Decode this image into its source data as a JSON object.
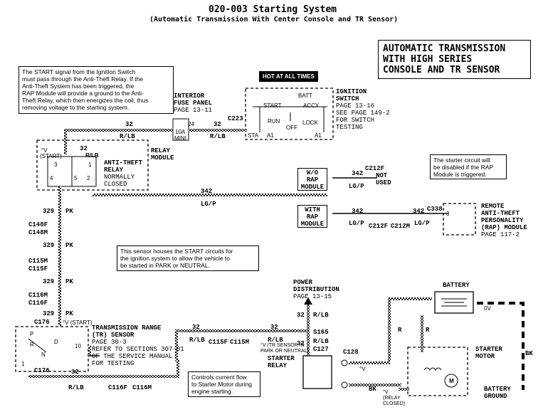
{
  "header": {
    "title": "020-003 Starting System",
    "subtitle": "(Automatic Transmission With Center Console and TR Sensor)"
  },
  "config_box": {
    "lines": [
      "AUTOMATIC  TRANSMISSION",
      "WITH HIGH SERIES",
      "CONSOLE AND TR SENSOR"
    ]
  },
  "callouts": {
    "start_signal": [
      "The START signal from the Ignition Switch",
      "must pass through the Anti-Theft Relay.  If the",
      "Anti-Theft System has been triggered, the",
      "RAP Module will provide a ground to the Anti-",
      "Theft Relay, which then energizes the coil, thus",
      "removing voltage to the starting system."
    ],
    "starter_disabled": [
      "The starter circuit will",
      "be disabled if the RAP",
      "Module is triggered."
    ],
    "tr_sensor": [
      "This sensor houses the START circuits for",
      "the ignition system to allow the vehicle to",
      "be started in PARK or NEUTRAL."
    ],
    "controls_current": [
      "Controls current flow",
      "to Starter Motor during",
      "engine starting."
    ]
  },
  "components": {
    "hot_label": "HOT AT ALL TIMES",
    "ignition_switch": [
      "IGNITION",
      "SWITCH",
      "PAGE  13-16",
      "SEE PAGE  149-2",
      "FOR SWITCH",
      "TESTING"
    ],
    "switch_positions": {
      "batt": "BATT",
      "start": "START",
      "accy": "ACCY",
      "run": "RUN",
      "off": "OFF",
      "lock": "LOCK",
      "sta": "STA",
      "a1_left": "A1",
      "a1_right": "A1"
    },
    "fuse_panel": [
      "INTERIOR",
      "FUSE PANEL",
      "PAGE  13-11"
    ],
    "fuse": {
      "number": "24",
      "rating": "10A",
      "type": "MINI"
    },
    "relay_module": [
      "RELAY",
      "MODULE"
    ],
    "anti_theft_relay": [
      "ANTI-THEFT",
      "RELAY",
      "NORMALLY",
      "CLOSED"
    ],
    "relay_pins": {
      "p3": "3",
      "p1": "1",
      "p4": "4",
      "p5": "5",
      "p2": "2",
      "volt": "°V",
      "start": "(START)"
    },
    "rap_module_wo": [
      "W/O",
      "RAP",
      "MODULE"
    ],
    "rap_module_with": [
      "WITH",
      "RAP",
      "MODULE"
    ],
    "not_used": [
      "NOT",
      "USED"
    ],
    "remote_module": [
      "REMOTE",
      "ANTI-THEFT",
      "PERSONALITY",
      "(RAP)  MODULE",
      "PAGE  117-2"
    ],
    "rap_pin": "3",
    "tr_sensor": [
      "TRANSMISSION  RANGE",
      "(TR)  SENSOR",
      "PAGE  30-3",
      "REFER TO SECTIONS  307-01",
      "OF THE SERVICE MANUAL",
      "FOR TESTING"
    ],
    "tr_pins": {
      "p": "P",
      "r": "R",
      "n": "N",
      "d": "D",
      "pin1": "1",
      "pin10": "10"
    },
    "tr_volt_start": "°V (START)",
    "tr_volt_park": [
      "°V (TR SENSOR IN",
      "PARK OR NEUTRAL)"
    ],
    "power_distribution": [
      "POWER",
      "DISTRIBUTION",
      "PAGE  13-15"
    ],
    "starter_relay": [
      "STARTER",
      "RELAY"
    ],
    "battery": "BATTERY",
    "battery_volt": "0V",
    "starter_motor": [
      "STARTER",
      "MOTOR"
    ],
    "motor_symbol": "M",
    "battery_ground": [
      "BATTERY",
      "GROUND"
    ],
    "relay_volt_start": "°V",
    "relay_volt_closed": [
      "°V",
      "(RELAY",
      "CLOSED)"
    ]
  },
  "wires": {
    "w32_a": "32",
    "rlb_a": "R/LB",
    "w32_b": "32",
    "rlb_b": "R/LB",
    "w32_relay": "32",
    "rlb_relay": "R/LB",
    "w342_main": "342",
    "lgp_main": "LG/P",
    "w342_wo": "342",
    "lgp_wo": "LG/P",
    "w342_with": "342",
    "lgp_with": "LG/P",
    "w342_rap": "342",
    "lgp_rap": "LG/P",
    "w329_1": "329",
    "pk_1": "PK",
    "w329_2": "329",
    "pk_2": "PK",
    "w329_3": "329",
    "pk_3": "PK",
    "w329_4": "329",
    "pk_4": "PK",
    "w32_pd": "32",
    "rlb_pd": "R/LB",
    "w32_s": "32",
    "rlb_s": "R/LB",
    "w32_t1": "32",
    "rlb_t1": "R/LB",
    "w32_t2": "32",
    "rlb_t2": "R/LB",
    "w32_bot": "32",
    "rlb_bot": "R/LB",
    "r_1": "R",
    "r_2": "R",
    "bk_1": "BK",
    "bk_2": "BK"
  },
  "connectors": {
    "c223": "C223",
    "c212f_a": "C212F",
    "c212f_b": "C212F",
    "c212m": "C212M",
    "c338": "C338",
    "c148f": "C148F",
    "c148m": "C148M",
    "c115m_a": "C115M",
    "c115f_a": "C115F",
    "c116m_a": "C116M",
    "c116f_a": "C116F",
    "c176_a": "C176",
    "c176_b": "C176",
    "c115f_b": "C115F",
    "c115m_b": "C115M",
    "c116f_b": "C116F",
    "c116m_b": "C116M",
    "s165": "S165",
    "c127": "C127",
    "c128": "C128"
  }
}
